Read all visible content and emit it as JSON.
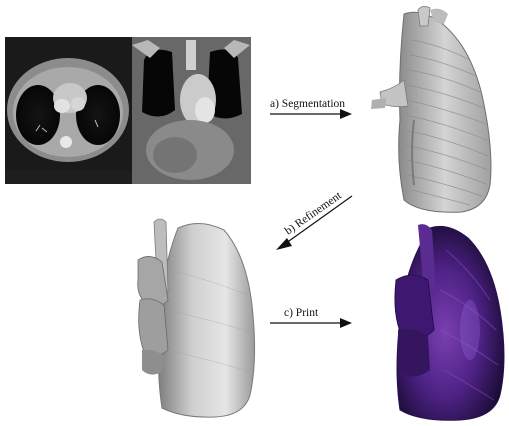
{
  "steps": [
    {
      "id": "a",
      "label": "a) Segmentation"
    },
    {
      "id": "b",
      "label": "b) Refinement"
    },
    {
      "id": "c",
      "label": "c) Print"
    }
  ],
  "panels": {
    "ct_axial": {
      "kind": "ct-axial-slice-image"
    },
    "ct_coronal": {
      "kind": "ct-coronal-slice-image"
    },
    "raw_model": {
      "kind": "raw-segmented-lung-model",
      "color": "#bdbdbd"
    },
    "refined_model": {
      "kind": "refined-smooth-lung-model",
      "color": "#b3b3b3"
    },
    "printed_model": {
      "kind": "3d-printed-lung-model",
      "color": "#4a1f7a"
    }
  },
  "colors": {
    "arrow": "#111111",
    "text": "#111111",
    "background": "#ffffff"
  }
}
